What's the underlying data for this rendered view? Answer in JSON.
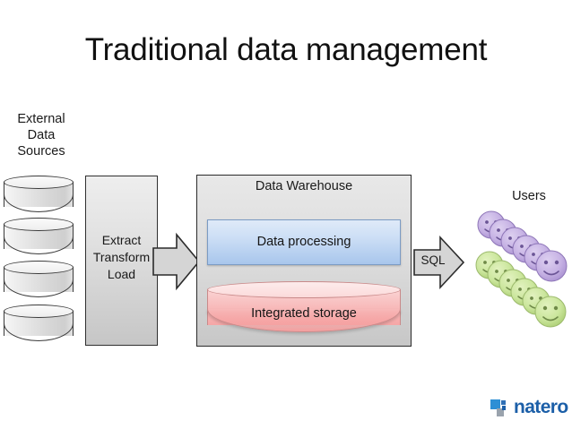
{
  "slide": {
    "title": "Traditional data management",
    "background": "#ffffff"
  },
  "external_sources": {
    "label_lines": "External\nData\nSources",
    "label_line_1": "External",
    "label_line_2": "Data",
    "label_line_3": "Sources",
    "cylinder_count": 4,
    "cylinder_color": "#d9d9d9",
    "cylinder_border": "#3a3a3a"
  },
  "etl": {
    "line_1": "Extract",
    "line_2": "Transform",
    "line_3": "Load",
    "box_color": "#d8d8d8"
  },
  "arrows": {
    "etl_to_warehouse_label": "",
    "warehouse_to_users_label": "SQL",
    "fill": "#d5d5d5",
    "stroke": "#2b2b2b"
  },
  "data_warehouse": {
    "title": "Data Warehouse",
    "box_color": "#dcdcdc",
    "processing": {
      "label": "Data processing",
      "color": "#b9d2f0",
      "border": "#7b9bc4"
    },
    "storage": {
      "label": "Integrated storage",
      "color": "#f8bdbd",
      "border": "#c98a8a"
    }
  },
  "users": {
    "label": "Users",
    "rows": [
      {
        "name": "purple-row",
        "color": "#c3b0e0",
        "count": 6
      },
      {
        "name": "green-row",
        "color": "#c9e29a",
        "count": 6
      }
    ]
  },
  "branding": {
    "logo_text": "natero",
    "logo_color": "#1c5fa8",
    "logo_mark_color": "#2d8fd5"
  }
}
